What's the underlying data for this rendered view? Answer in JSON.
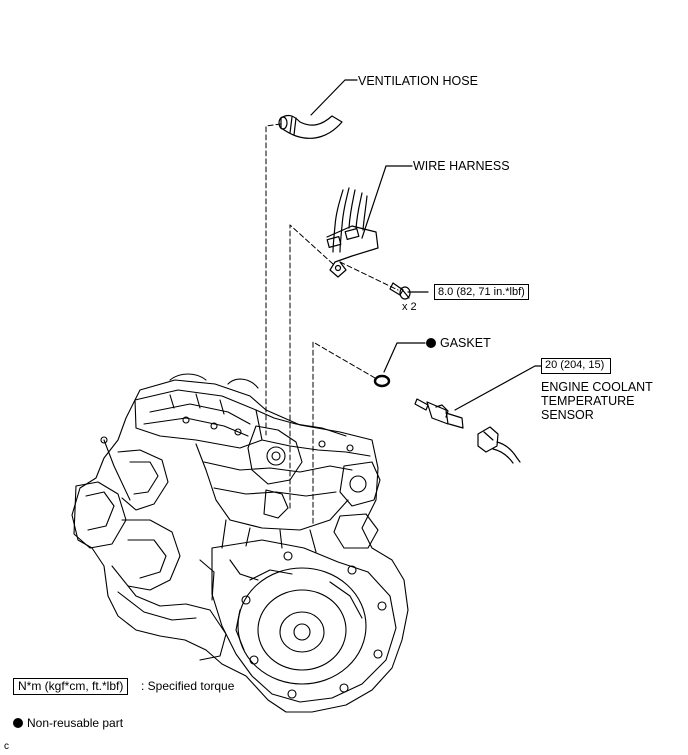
{
  "labels": {
    "ventilation_hose": "VENTILATION HOSE",
    "wire_harness": "WIRE HARNESS",
    "gasket": "GASKET",
    "ect_sensor_line1": "ENGINE COOLANT",
    "ect_sensor_line2": "TEMPERATURE",
    "ect_sensor_line3": "SENSOR",
    "bolt_qty": "x 2"
  },
  "torque": {
    "bolt": "8.0 (82, 71 in.*lbf)",
    "sensor": "20 (204, 15)"
  },
  "legend": {
    "torque_box": "N*m (kgf*cm, ft.*lbf)",
    "torque_text": ": Specified torque",
    "nonreusable_text": "Non-reusable part"
  },
  "corner_code": "c",
  "colors": {
    "line": "#000000",
    "background": "#ffffff"
  },
  "icons": {
    "nonreusable_marker": "filled-circle-icon"
  }
}
